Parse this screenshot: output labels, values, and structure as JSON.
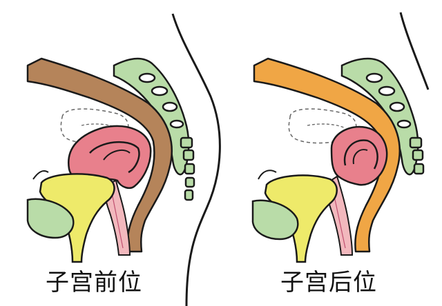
{
  "panels": [
    {
      "id": "anteverted",
      "caption": "子宫前位",
      "colors": {
        "bowel": "#b5845a",
        "uterus": "#e8808c",
        "bladder": "#eeea6a",
        "sacrum": "#b9dca8",
        "pubis": "#b9dca8",
        "outline": "#1a1a1a"
      }
    },
    {
      "id": "retroverted",
      "caption": "子宫后位",
      "colors": {
        "bowel": "#f0a645",
        "uterus": "#e8808c",
        "bladder": "#eeea6a",
        "sacrum": "#b9dca8",
        "pubis": "#b9dca8",
        "outline": "#1a1a1a"
      }
    }
  ]
}
